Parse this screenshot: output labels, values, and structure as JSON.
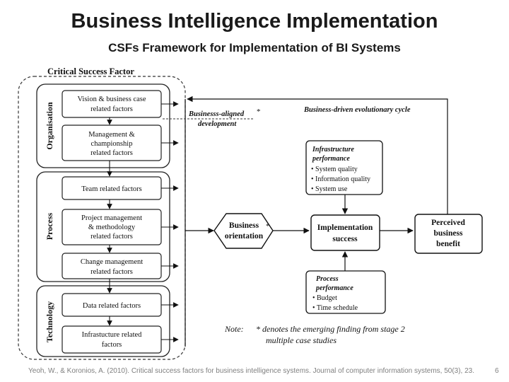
{
  "slide": {
    "title": "Business Intelligence Implementation",
    "subtitle": "CSFs Framework for Implementation of BI Systems",
    "citation": "Yeoh, W., & Koronios, A. (2010). Critical success factors for business intelligence systems. Journal of computer information systems, 50(3), 23.",
    "page_number": "6"
  },
  "diagram": {
    "container_label": "Critical Success Factor",
    "groups": {
      "organisation": "Organisation",
      "process": "Process",
      "technology": "Technology"
    },
    "factors": {
      "vision": [
        "Vision & business case",
        "related factors"
      ],
      "management": [
        "Management &",
        "championship",
        "related factors"
      ],
      "team": [
        "Team related factors"
      ],
      "project": [
        "Project management",
        "& methodology",
        "related factors"
      ],
      "change": [
        "Change management",
        "related factors"
      ],
      "data": [
        "Data related factors"
      ],
      "infra": [
        "Infrastucture related",
        "factors"
      ]
    },
    "business_aligned": [
      "Businesss-aligned",
      "development"
    ],
    "asterisk": "*",
    "evolutionary_cycle": "Business-driven evolutionary cycle",
    "business_orientation": [
      "Business",
      "orientation"
    ],
    "implementation_success": [
      "Implementation",
      "success"
    ],
    "perceived_benefit": [
      "Perceived",
      "business",
      "benefit"
    ],
    "infrastructure_performance": {
      "title": [
        "Infrastructure",
        "performance"
      ],
      "items": [
        "• System quality",
        "• Information quality",
        "• System use"
      ]
    },
    "process_performance": {
      "title": [
        "Process",
        "performance"
      ],
      "items": [
        "• Budget",
        "• Time schedule"
      ]
    },
    "note": {
      "label": "Note:",
      "line1": "* denotes the emerging finding from stage 2",
      "line2": "multiple case studies"
    }
  }
}
